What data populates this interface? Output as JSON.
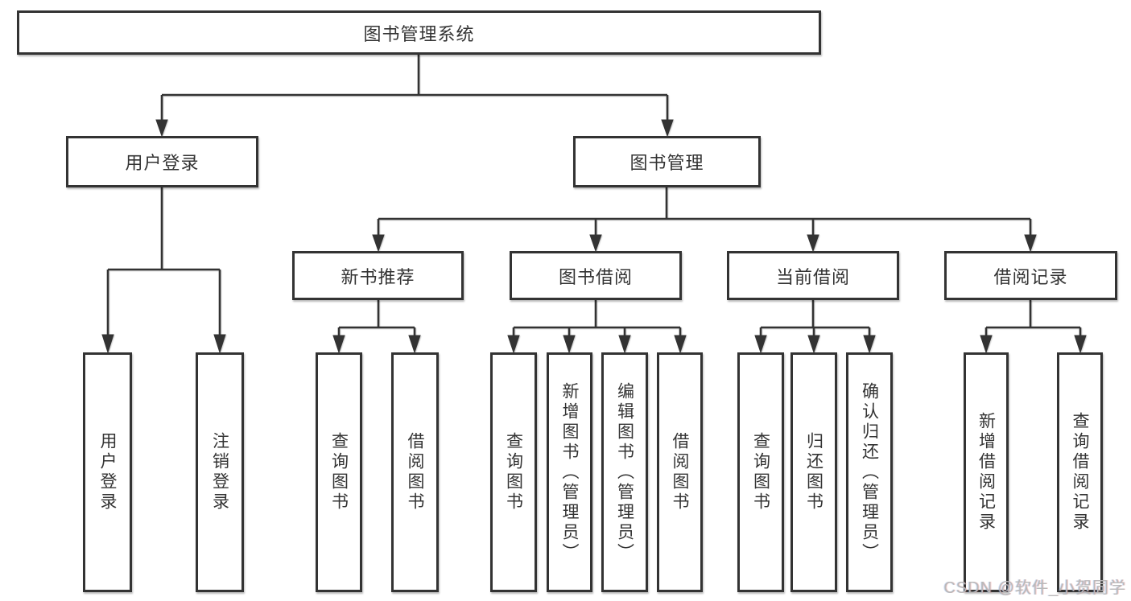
{
  "diagram": {
    "title": "图书管理系统",
    "level2": [
      {
        "label": "用户登录"
      },
      {
        "label": "图书管理"
      }
    ],
    "level3": [
      {
        "label": "新书推荐"
      },
      {
        "label": "图书借阅"
      },
      {
        "label": "当前借阅"
      },
      {
        "label": "借阅记录"
      }
    ],
    "leaves": [
      {
        "label": "用户登录"
      },
      {
        "label": "注销登录"
      },
      {
        "label": "查询图书"
      },
      {
        "label": "借阅图书"
      },
      {
        "label": "查询图书"
      },
      {
        "label": "新增图书（管理员）"
      },
      {
        "label": "编辑图书（管理员）"
      },
      {
        "label": "借阅图书"
      },
      {
        "label": "查询图书"
      },
      {
        "label": "归还图书"
      },
      {
        "label": "确认归还（管理员）"
      },
      {
        "label": "新增借阅记录"
      },
      {
        "label": "查询借阅记录"
      }
    ],
    "watermark": "CSDN @软件_小贺同学",
    "colors": {
      "line": "#333333",
      "text": "#333333",
      "box_fill": "#ffffff",
      "watermark": "#b9b9b9",
      "background": "#ffffff"
    }
  }
}
